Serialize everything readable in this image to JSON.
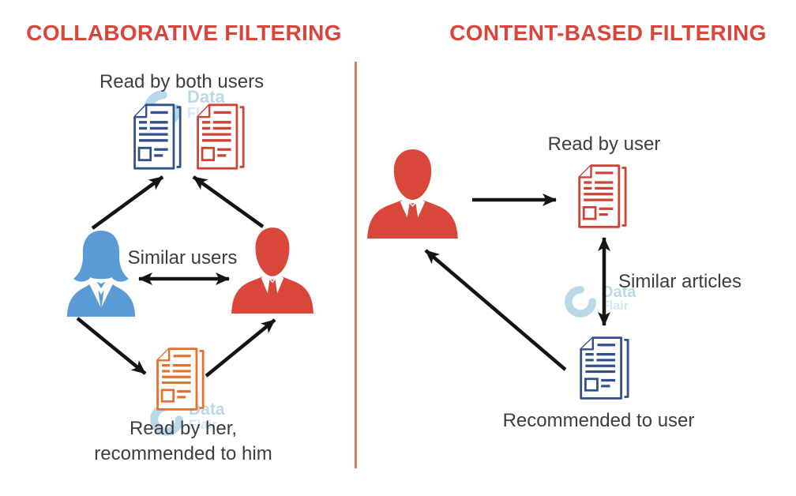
{
  "left_panel": {
    "title": "COLLABORATIVE FILTERING",
    "label_top": "Read by both users",
    "label_similar": "Similar users",
    "label_bottom_line1": "Read by her,",
    "label_bottom_line2": "recommended to him"
  },
  "right_panel": {
    "title": "CONTENT-BASED FILTERING",
    "label_top": "Read by user",
    "label_similar": "Similar articles",
    "label_bottom": "Recommended to user"
  },
  "watermark": {
    "line1": "Data",
    "line2": "Flair"
  },
  "colors": {
    "title_red": "#d9453c",
    "divider": "#e07a5f",
    "doc_blue": "#32508a",
    "doc_red": "#cf4337",
    "doc_orange": "#e8702d",
    "person_blue": "#5b9bd5",
    "person_red": "#d8473a",
    "arrow": "#141414",
    "label_text": "#3d3d3d",
    "watermark_blue": "#aed3e5",
    "watermark_blue_light": "#c9e3ef"
  }
}
